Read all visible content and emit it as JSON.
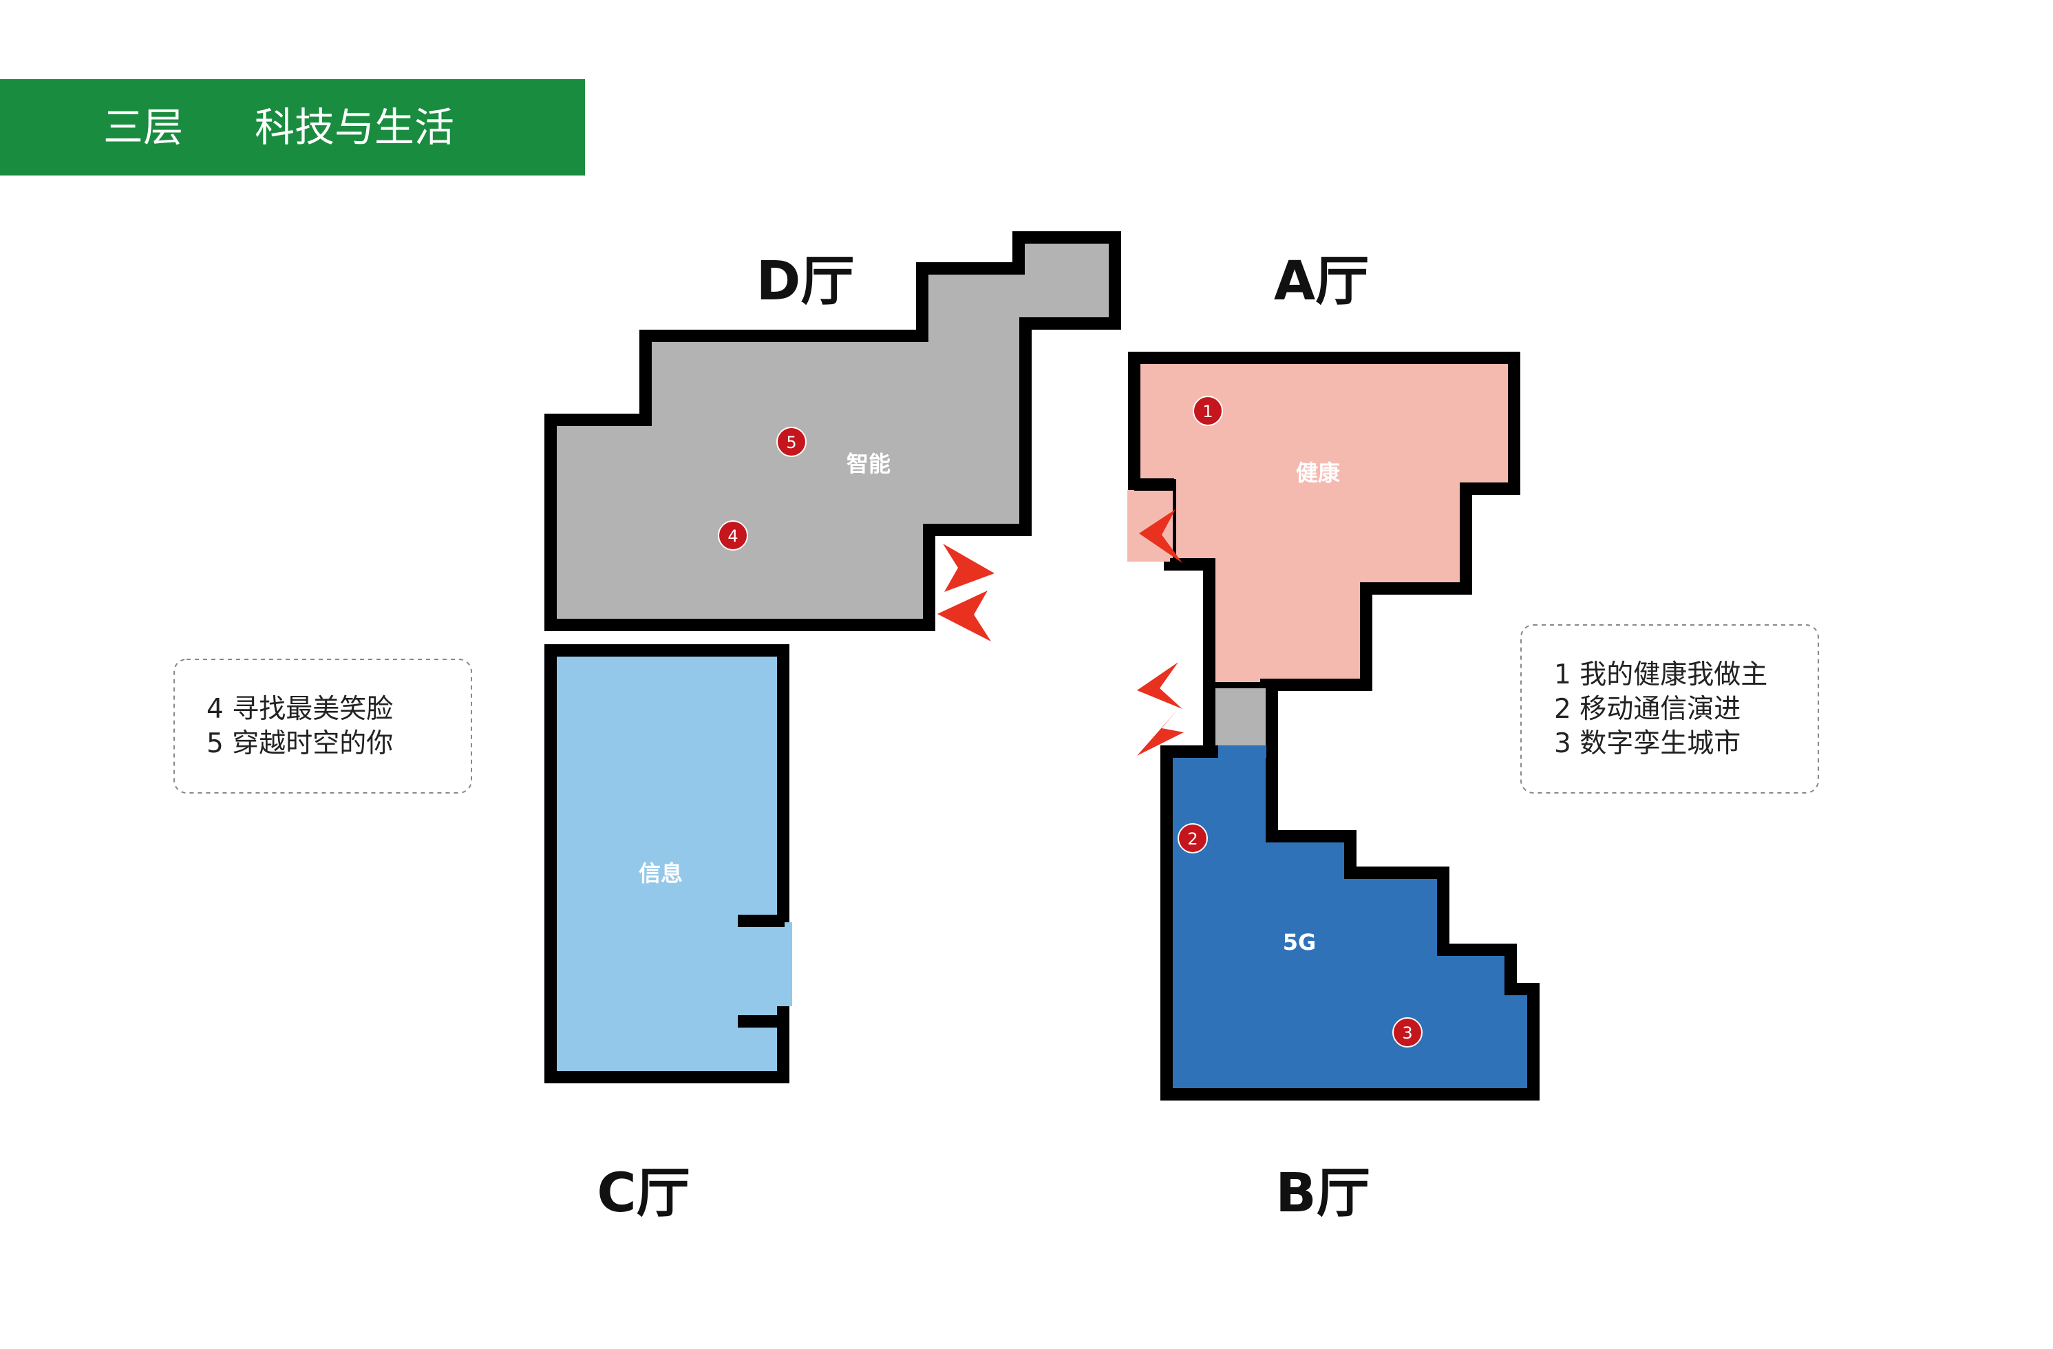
{
  "banner": {
    "floor": "三层",
    "theme": "科技与生活",
    "color": "#1a8c3f"
  },
  "halls": {
    "a": {
      "title": "A厅",
      "zone": "健康",
      "color": "#f4bab0"
    },
    "b": {
      "title": "B厅",
      "zone": "5G",
      "color": "#2f72b8"
    },
    "c": {
      "title": "C厅",
      "zone": "信息",
      "color": "#93c8ea"
    },
    "d": {
      "title": "D厅",
      "zone": "智能",
      "color": "#b3b3b3"
    }
  },
  "markers": [
    "1",
    "2",
    "3",
    "4",
    "5"
  ],
  "legend_left": {
    "items": [
      "4 寻找最美笑脸",
      "5 穿越时空的你"
    ]
  },
  "legend_right": {
    "items": [
      "1 我的健康我做主",
      "2 移动通信演进",
      "3 数字孪生城市"
    ]
  },
  "colors": {
    "marker": "#c4161c",
    "arrow": "#e8311f",
    "wall": "#000000",
    "corridor": "#b3b3b3"
  }
}
